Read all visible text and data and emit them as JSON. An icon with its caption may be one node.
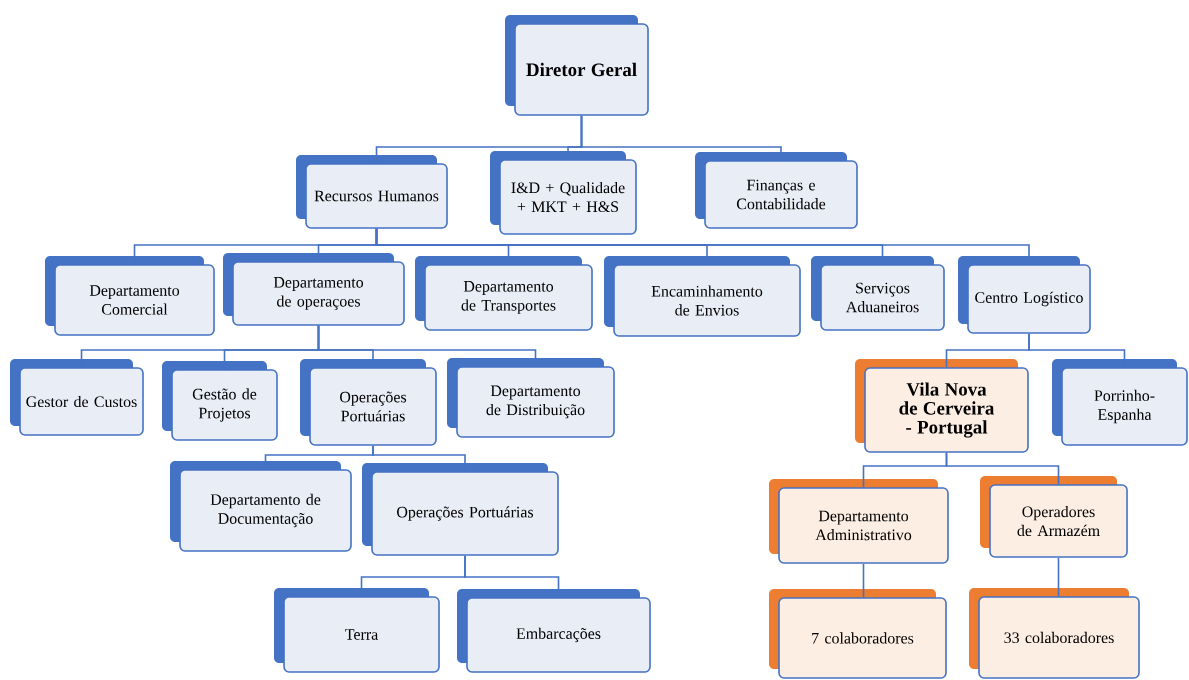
{
  "diagram": {
    "nodes": [
      {
        "text": [
          "Diretor Geral"
        ]
      },
      {
        "text": [
          "Recursos Humanos"
        ]
      },
      {
        "text": [
          "I&D + Qualidade + MKT + H&S"
        ]
      },
      {
        "text": [
          "Finanças e Contabilidade"
        ]
      },
      {
        "text": [
          "Departamento Comercial"
        ]
      },
      {
        "text": [
          "Departamento de operaçoes"
        ]
      },
      {
        "text": [
          "Departamento de Transportes"
        ]
      },
      {
        "text": [
          "Encaminhamento de Envios"
        ]
      },
      {
        "text": [
          "Serviços Aduaneiros"
        ]
      },
      {
        "text": [
          "Centro Logístico"
        ]
      },
      {
        "text": [
          "Gestor de Custos"
        ]
      },
      {
        "text": [
          "Gestão de Projetos"
        ]
      },
      {
        "text": [
          "Operações Portuárias"
        ]
      },
      {
        "text": [
          "Departamento de Distribuição"
        ]
      },
      {
        "text": [
          "Vila Nova de Cerveira - Portugal"
        ]
      },
      {
        "text": [
          "Porrinho-Espanha"
        ]
      },
      {
        "text": [
          "Departamento de Documentação"
        ]
      },
      {
        "text": [
          "Operações Portuárias"
        ]
      },
      {
        "text": [
          "Departamento Administrativo"
        ]
      },
      {
        "text": [
          "Operadores de Armazém"
        ]
      },
      {
        "text": [
          "7 colaboradores"
        ]
      },
      {
        "text": [
          "33 colaboradores"
        ]
      },
      {
        "text": [
          "Terra"
        ]
      },
      {
        "text": [
          "Embarcações"
        ]
      }
    ],
    "edges": [
      {
        "from": 0,
        "to": 1,
        "arrow": "none"
      },
      {
        "from": 0,
        "to": 2,
        "arrow": "none"
      },
      {
        "from": 0,
        "to": 3,
        "arrow": "none"
      },
      {
        "from": 1,
        "to": 4,
        "arrow": "none"
      },
      {
        "from": 1,
        "to": 5,
        "arrow": "none"
      },
      {
        "from": 1,
        "to": 6,
        "arrow": "none"
      },
      {
        "from": 1,
        "to": 7,
        "arrow": "none"
      },
      {
        "from": 1,
        "to": 8,
        "arrow": "none"
      },
      {
        "from": 1,
        "to": 9,
        "arrow": "none"
      },
      {
        "from": 5,
        "to": 10,
        "arrow": "none"
      },
      {
        "from": 5,
        "to": 11,
        "arrow": "none"
      },
      {
        "from": 5,
        "to": 12,
        "arrow": "none"
      },
      {
        "from": 5,
        "to": 13,
        "arrow": "none"
      },
      {
        "from": 9,
        "to": 14,
        "arrow": "none"
      },
      {
        "from": 9,
        "to": 15,
        "arrow": "none"
      },
      {
        "from": 12,
        "to": 16,
        "arrow": "none"
      },
      {
        "from": 12,
        "to": 17,
        "arrow": "none"
      },
      {
        "from": 14,
        "to": 18,
        "arrow": "none"
      },
      {
        "from": 14,
        "to": 19,
        "arrow": "none"
      },
      {
        "from": 18,
        "to": 20,
        "arrow": "none"
      },
      {
        "from": 19,
        "to": 21,
        "arrow": "none"
      },
      {
        "from": 17,
        "to": 22,
        "arrow": "none"
      },
      {
        "from": 17,
        "to": 23,
        "arrow": "none"
      }
    ]
  }
}
